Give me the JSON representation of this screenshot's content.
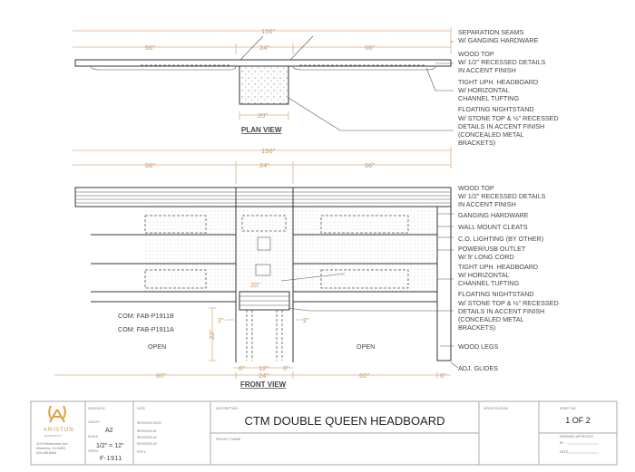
{
  "plan_view": {
    "title": "PLAN VIEW",
    "dims": {
      "overall": "156\"",
      "left": "66\"",
      "center": "24\"",
      "right": "66\"",
      "nightstand": "20\""
    },
    "callouts": [
      "SEPARATION SEAMS",
      "W/ GANGING HARDWARE",
      "WOOD TOP",
      "W/ 1/2\" RECESSED DETAILS",
      "IN ACCENT FINISH",
      "TIGHT UPH. HEADBOARD",
      "W/ HORIZONTAL",
      "CHANNEL TUFTING",
      "FLOATING NIGHTSTAND",
      "W/ STONE TOP & ½\" RECESSED",
      "DETAILS IN ACCENT FINISH",
      "(CONCEALED METAL",
      "BRACKETS)"
    ]
  },
  "front_view": {
    "title": "FRONT VIEW",
    "dims": {
      "overall": "156\"",
      "left": "66\"",
      "center": "24\"",
      "right": "66\"",
      "nightstand": "20\"",
      "side_left": "2\"",
      "side_right": "2\"",
      "height": "22\"",
      "sub_left": "6\"",
      "sub_center": "12\"",
      "sub_right": "6\"",
      "bottom_left": "60\"",
      "bottom_center": "24\"",
      "bottom_right": "60\"",
      "leg": "6\""
    },
    "com_labels": [
      "COM: FAB-P1911B",
      "COM: FAB-P1911A"
    ],
    "open_label": "OPEN",
    "callouts": [
      "WOOD TOP",
      "W/ 1/2\" RECESSED DETAILS",
      "IN ACCENT FINISH",
      "GANGING HARDWARE",
      "WALL MOUNT CLEATS",
      "C.O. LIGHTING (BY OTHER)",
      "POWER/USB OUTLET",
      "W/ 9' LONG CORD",
      "TIGHT UPH. HEADBOARD",
      "W/ HORIZONTAL",
      "CHANNEL TUFTING",
      "FLOATING NIGHTSTAND",
      "W/ STONE TOP & ½\" RECESSED",
      "DETAILS IN ACCENT FINISH",
      "(CONCEALED METAL",
      "BRACKETS)",
      "WOOD LEGS",
      "ADJ. GLIDES"
    ]
  },
  "title_block": {
    "logo_text": "ARISTON",
    "logo_sub": "HOSPITALITY",
    "address": [
      "1124 Westminster Ave.",
      "Alhambra, CA 91803",
      "626-458-8668"
    ],
    "drawn_by_label": "DESIGN BY",
    "cad_by_label": "CAD BY",
    "cad_by": "A2",
    "scale_label": "SCALE",
    "scale": "1/2\" = 12\"",
    "item_label": "ITEM #",
    "item": "F-1911",
    "date_label": "DATE",
    "revision_date_label": "REVISION DATE",
    "revisions": [
      "REVISION #1",
      "REVISION #2",
      "REVISION #3"
    ],
    "pdf_label": "PDF #",
    "description_label": "DESCRIPTION",
    "description": "CTM DOUBLE QUEEN HEADBOARD",
    "project_label": "PROJECT NAME",
    "spec_label": "SPECIFICATION",
    "sheet_label": "SHEET NO",
    "sheet": "1 OF 2",
    "approved_label": "DRAWING APPROVED",
    "by_label": "BY",
    "date2_label": "DATE"
  },
  "colors": {
    "dimension": "#c8955a",
    "logo": "#e0a040"
  }
}
